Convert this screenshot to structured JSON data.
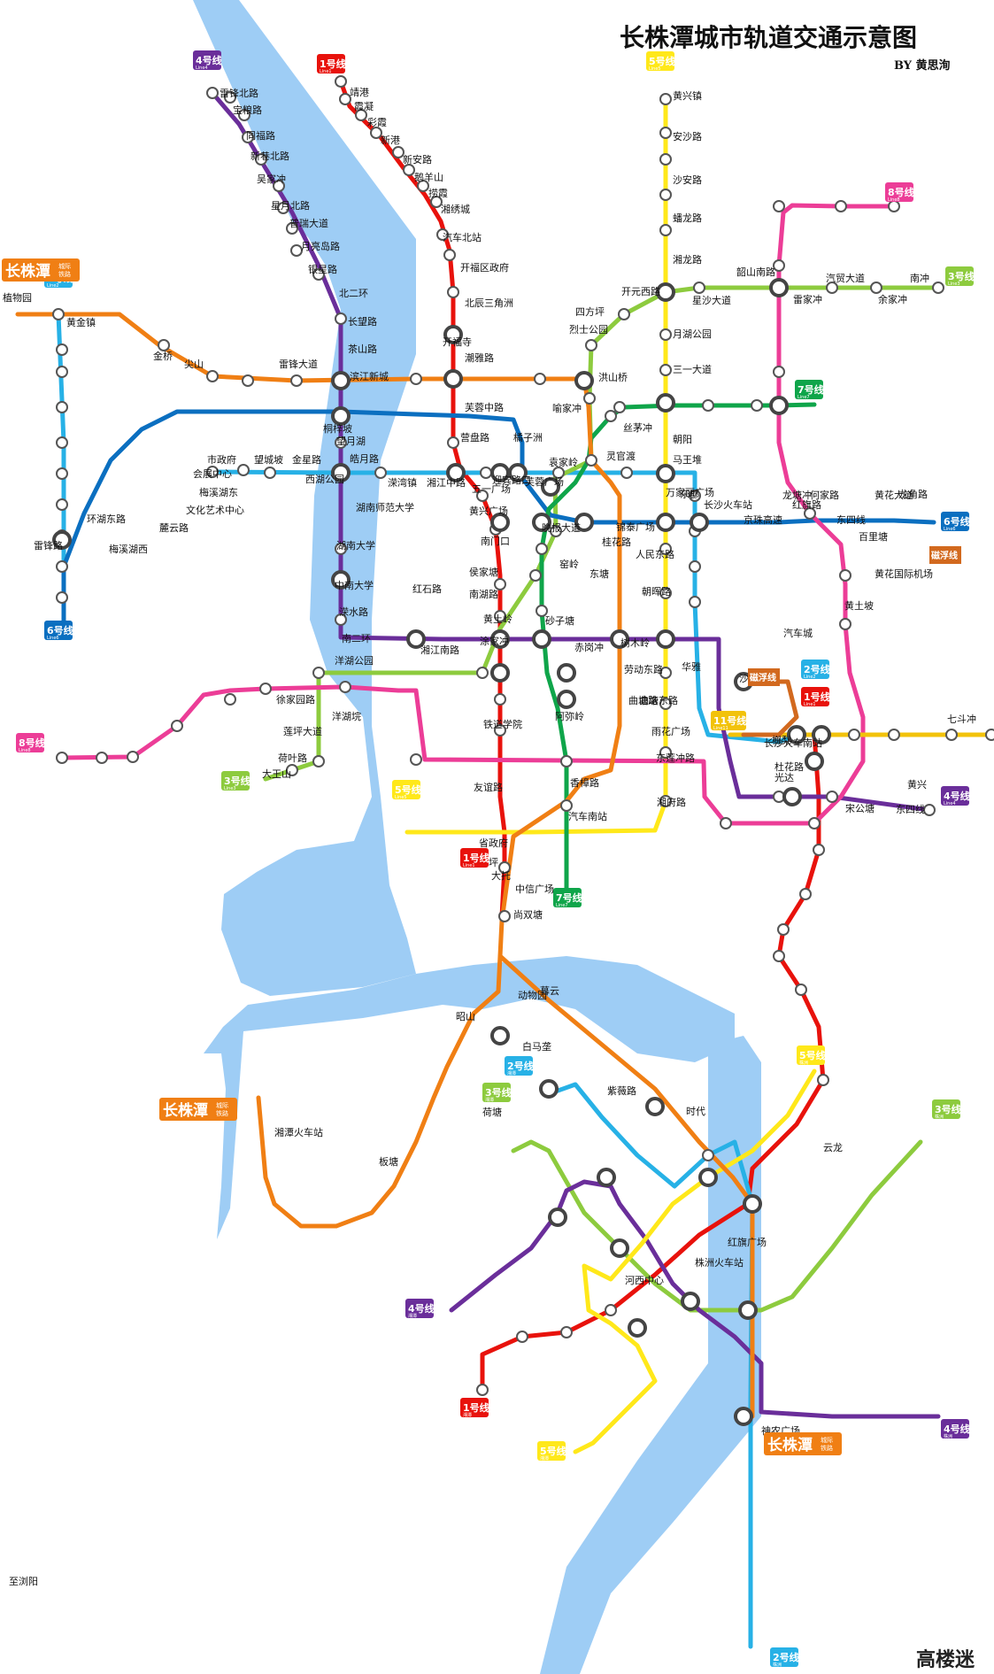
{
  "map_title": "长株潭城市轨道交通示意图",
  "byline": "BY 黄思洵",
  "watermark": "高楼迷",
  "colors": {
    "river": "#9ecdf5",
    "L1": "#e8120c",
    "L2": "#27b1e6",
    "L3": "#8dcb3e",
    "L4": "#6a2e9a",
    "L5": "#ffe81a",
    "L6": "#0b6fc0",
    "L7": "#0fa54a",
    "L8": "#ec3d97",
    "L11": "#f2c20a",
    "CZT": "#f07f14",
    "maglev": "#d2691e"
  },
  "badges": [
    {
      "id": "b4a",
      "text": "4号线",
      "sub": "Line4",
      "line": "L4"
    },
    {
      "id": "b1a",
      "text": "1号线",
      "sub": "Line1",
      "line": "L1"
    },
    {
      "id": "b5a",
      "text": "5号线",
      "sub": "Line5",
      "line": "L5"
    },
    {
      "id": "b8a",
      "text": "8号线",
      "sub": "Line8",
      "line": "L8"
    },
    {
      "id": "b3a",
      "text": "3号线",
      "sub": "Line3",
      "line": "L3"
    },
    {
      "id": "b2a",
      "text": "2号线",
      "sub": "Line2",
      "line": "L2"
    },
    {
      "id": "b7a",
      "text": "7号线",
      "sub": "Line7",
      "line": "L7"
    },
    {
      "id": "b6a",
      "text": "6号线",
      "sub": "Line6",
      "line": "L6"
    },
    {
      "id": "b6b",
      "text": "6号线",
      "sub": "Line6",
      "line": "L6"
    },
    {
      "id": "b8b",
      "text": "8号线",
      "sub": "Line8",
      "line": "L8"
    },
    {
      "id": "b3b",
      "text": "3号线",
      "sub": "Line3",
      "line": "L3"
    },
    {
      "id": "b2b",
      "text": "2号线",
      "sub": "Line2",
      "line": "L2"
    },
    {
      "id": "b1b",
      "text": "1号线",
      "sub": "Line1",
      "line": "L1"
    },
    {
      "id": "b11",
      "text": "11号线",
      "sub": "Line11",
      "line": "L11"
    },
    {
      "id": "b4b",
      "text": "4号线",
      "sub": "Line4",
      "line": "L4"
    },
    {
      "id": "b5b",
      "text": "5号线",
      "sub": "Line5",
      "line": "L5"
    },
    {
      "id": "b1c",
      "text": "1号线",
      "sub": "Line1",
      "line": "L1"
    },
    {
      "id": "b7b",
      "text": "7号线",
      "sub": "Line7",
      "line": "L7"
    },
    {
      "id": "bz5",
      "text": "5号线",
      "sub": "株洲",
      "line": "L5"
    },
    {
      "id": "bx2",
      "text": "2号线",
      "sub": "湘潭",
      "line": "L2"
    },
    {
      "id": "bx3",
      "text": "3号线",
      "sub": "湘潭",
      "line": "L3"
    },
    {
      "id": "bz3",
      "text": "3号线",
      "sub": "株洲",
      "line": "L3"
    },
    {
      "id": "bx4",
      "text": "4号线",
      "sub": "湘潭",
      "line": "L4"
    },
    {
      "id": "bx1",
      "text": "1号线",
      "sub": "湘潭",
      "line": "L1"
    },
    {
      "id": "bx5",
      "text": "5号线",
      "sub": "湘潭",
      "line": "L5"
    },
    {
      "id": "bz4",
      "text": "4号线",
      "sub": "株洲",
      "line": "L4"
    },
    {
      "id": "bz2",
      "text": "2号线",
      "sub": "株洲",
      "line": "L2"
    }
  ],
  "rail_labels": [
    {
      "id": "r1",
      "text": "长株潭",
      "sub1": "城际",
      "sub2": "铁路"
    },
    {
      "id": "r2",
      "text": "长株潭",
      "sub1": "城际",
      "sub2": "铁路"
    },
    {
      "id": "r3",
      "text": "长株潭",
      "sub1": "城际",
      "sub2": "铁路"
    }
  ],
  "maglev_labels": [
    "磁浮线",
    "磁浮线"
  ],
  "stations": [
    "靖港",
    "霞凝",
    "彩霞",
    "新港",
    "新安路",
    "鹅羊山",
    "捞霞",
    "湘绣城",
    "汽车北站",
    "开福区政府",
    "北辰三角洲",
    "开福寺",
    "潮雅路",
    "芙蓉中路",
    "营盘路",
    "五一广场",
    "黄兴广场",
    "南门口",
    "侯家塘",
    "南湖路",
    "黄土岭",
    "涂家冲",
    "铁道学院",
    "友谊路",
    "省政府",
    "杜花坪",
    "大托",
    "中信广场",
    "尚双塘",
    "动物园",
    "暮云",
    "昭山",
    "白马垄",
    "荷塘",
    "湘潭火车站",
    "板塘",
    "雷锋北路",
    "宝粮路",
    "同福路",
    "新巷北路",
    "吴家冲",
    "星月北路",
    "普瑞大道",
    "月亮岛路",
    "银星路",
    "北二环",
    "长望路",
    "茶山路",
    "滨江新城",
    "桐梓坡",
    "望月湖",
    "湖南师范大学",
    "湖南大学",
    "中南大学",
    "溁水路",
    "南二环",
    "洋湖公园",
    "湘江南路",
    "砂子塘",
    "赤岗冲",
    "树木岭",
    "劳动东路",
    "曲塘路",
    "沙湾公园",
    "长沙火车南站",
    "光达",
    "黄兴",
    "宋公塘",
    "东四线",
    "黄兴镇",
    "安沙路",
    "沙安路",
    "蟠龙路",
    "湘龙路",
    "开元西路",
    "月湖公园",
    "三一大道",
    "朝阳",
    "马王堆",
    "万家丽广场",
    "东郡",
    "人民东路",
    "朝晖路",
    "华雅",
    "曲塘东路",
    "雨花广场",
    "东莲冲路",
    "湘府路",
    "植物园",
    "黄金镇",
    "金桥",
    "尖山",
    "雷锋大道",
    "市政府",
    "望城坡",
    "金星路",
    "西湖公园",
    "溁湾镇",
    "湘江中路",
    "迎宾路口",
    "芙蓉广场",
    "袁家岭",
    "长沙火车站",
    "京珠高速",
    "红旗路",
    "东四线",
    "龙角路",
    "百里塘",
    "黄花国际机场",
    "汽车城",
    "会展中心",
    "梅溪湖东",
    "文化艺术中心",
    "麓云路",
    "梅溪湖西",
    "环湖东路",
    "雷锋路",
    "皓月路",
    "橘子洲",
    "烈士公园",
    "四方坪",
    "洪山桥",
    "喻家冲",
    "丝茅冲",
    "晚报大道",
    "窑岭",
    "东塘",
    "桂花路",
    "阿弥岭",
    "香樟路",
    "汽车南站",
    "韶山南路",
    "星沙大道",
    "汽贸大道",
    "雷家冲",
    "余家冲",
    "南冲",
    "龙塘冲",
    "何家路",
    "黄花大道",
    "黄土坡",
    "榔梨",
    "杜花路",
    "徐家园路",
    "洋湖垸",
    "莲坪大道",
    "荷叶路",
    "大王山",
    "红石路",
    "灵官渡",
    "锦泰广场",
    "紫薇路",
    "时代",
    "云龙",
    "红旗广场",
    "株洲火车站",
    "河西中心",
    "神农广场",
    "七斗冲",
    "至浏阳"
  ]
}
